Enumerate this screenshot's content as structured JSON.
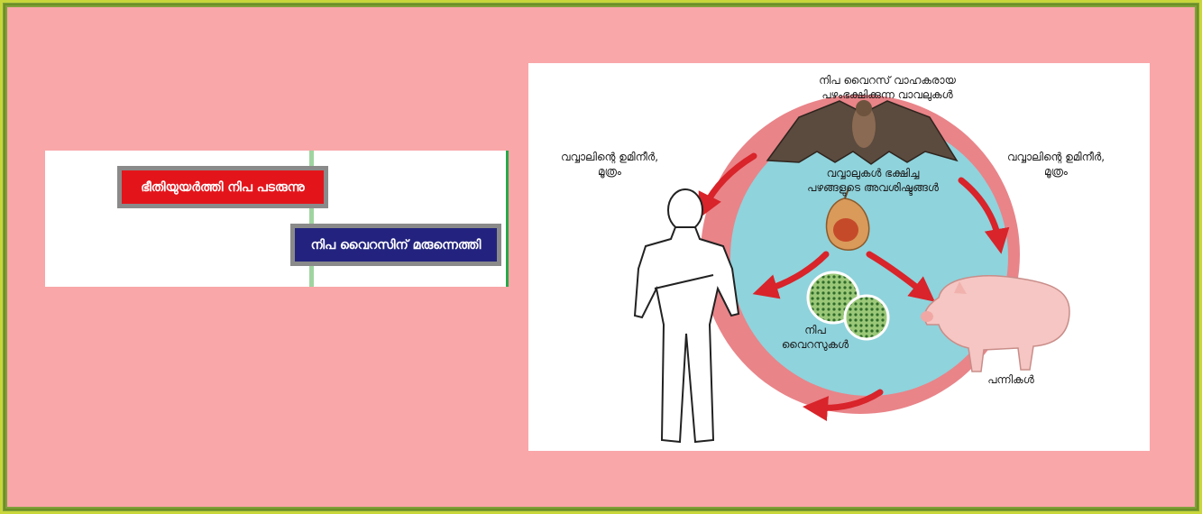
{
  "news": {
    "headline_1": "ഭീതിയുയർത്തി നിപ പടരുന്നു",
    "headline_2": "നിപ വൈറസിന് മരുന്നെത്തി"
  },
  "diagram": {
    "top_label_line1": "നിപ വൈറസ് വാഹകരായ",
    "top_label_line2": "പഴംഭക്ഷിക്കുന്ന വാവലുകൾ",
    "left_label_line1": "വവ്വാലിന്റെ ഉമിനീർ,",
    "left_label_line2": "മൂത്രം",
    "right_label_line1": "വവ്വാലിന്റെ ഉമിനീർ,",
    "right_label_line2": "മൂത്രം",
    "center_label_line1": "വവ്വാലുകൾ ഭക്ഷിച്ച",
    "center_label_line2": "പഴങ്ങളുടെ അവശിഷ്ടങ്ങൾ",
    "virus_label_line1": "നിപ",
    "virus_label_line2": "വൈറസുകൾ",
    "pig_label": "പന്നികൾ"
  },
  "colors": {
    "background": "#f9a7a9",
    "ring": "#e98489",
    "inner_circle": "#8fd3dc",
    "arrow": "#d8242a",
    "headline_1_bg": "#e3151b",
    "headline_2_bg": "#23237f"
  }
}
